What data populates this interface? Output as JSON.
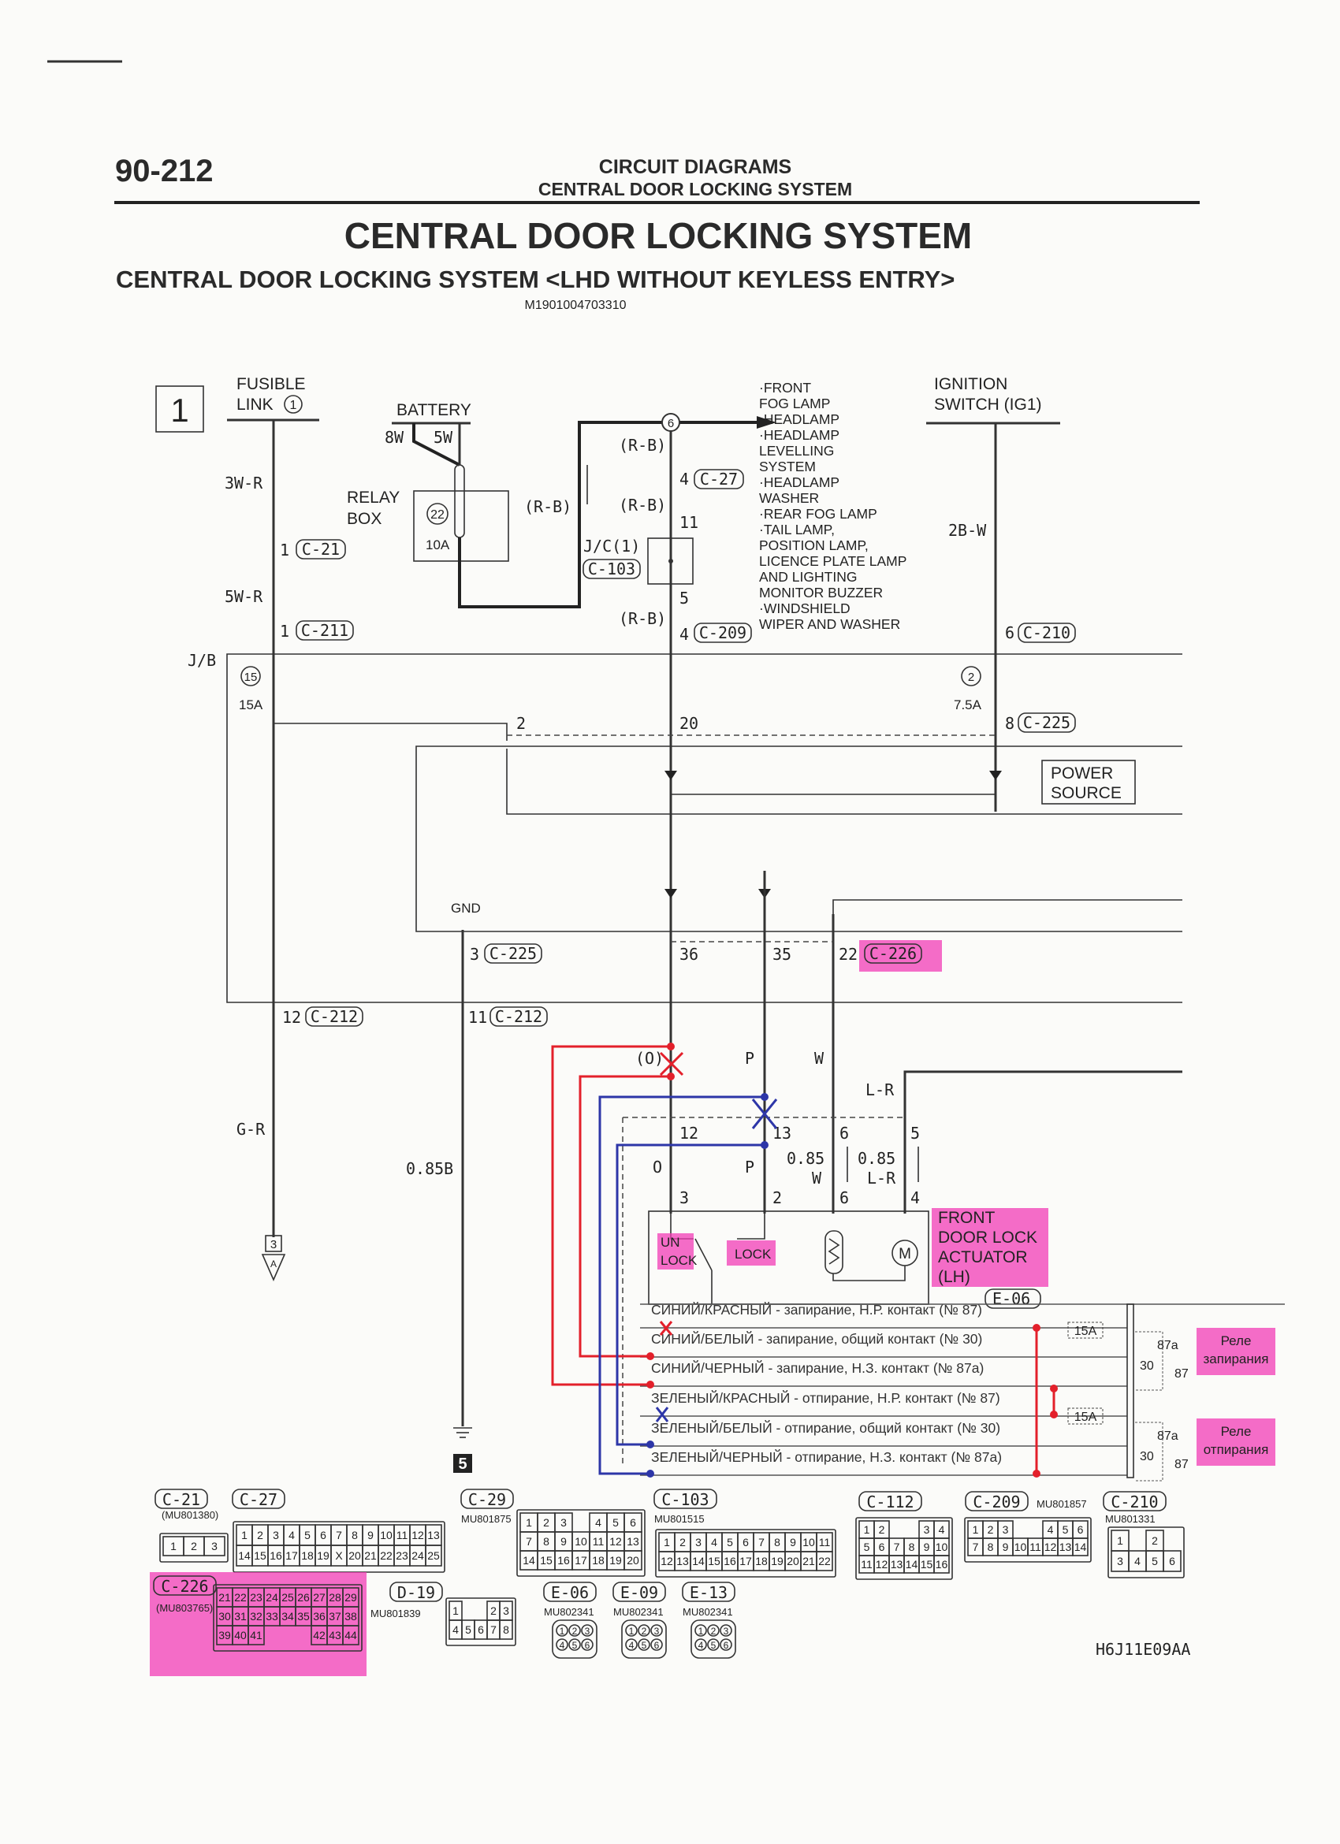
{
  "header": {
    "page_number": "90-212",
    "section": "CIRCUIT DIAGRAMS",
    "subsection": "CENTRAL DOOR LOCKING SYSTEM",
    "title": "CENTRAL DOOR LOCKING SYSTEM",
    "subtitle": "CENTRAL DOOR LOCKING SYSTEM <LHD WITHOUT KEYLESS ENTRY>",
    "doc_code": "M1901004703310"
  },
  "diagram": {
    "sheet_marker": "1",
    "fusible_link": [
      "FUSIBLE",
      "LINK"
    ],
    "fusible_link_no": "1",
    "battery": "BATTERY",
    "battery_wires": [
      "8W",
      "5W"
    ],
    "relay_box": [
      "RELAY",
      "BOX"
    ],
    "relay_fuse_no": "22",
    "relay_fuse_rating": "10A",
    "ignition": [
      "IGNITION",
      "SWITCH (IG1)"
    ],
    "wire_labels": {
      "w3wr": "3W-R",
      "w5wr": "5W-R",
      "rb": "(R-B)",
      "w2bw": "2B-W",
      "gr": "G-R",
      "b085": "0.85B",
      "o_paren": "(O)",
      "p": "P",
      "w": "W",
      "lr": "L-R",
      "o": "O",
      "w085": "0.85",
      "lr085": "0.85"
    },
    "splice_no": "6",
    "jc": "J/C(1)",
    "jb": "J/B",
    "jb_fuse1_no": "15",
    "jb_fuse1_rating": "15A",
    "jb_fuse2_no": "2",
    "jb_fuse2_rating": "7.5A",
    "gnd": "GND",
    "power_source": [
      "POWER",
      "SOURCE"
    ],
    "loads": [
      "·FRONT",
      "FOG LAMP",
      "·HEADLAMP",
      "·HEADLAMP",
      "LEVELLING",
      "SYSTEM",
      "·HEADLAMP",
      "WASHER",
      "·REAR FOG LAMP",
      "·TAIL LAMP,",
      "POSITION LAMP,",
      "LICENCE PLATE LAMP",
      "AND LIGHTING",
      "MONITOR BUZZER",
      "·WINDSHIELD",
      "WIPER AND WASHER"
    ],
    "pins": {
      "c21": "1",
      "c211": "1",
      "c27": "4",
      "jc_in": "11",
      "jc_out": "5",
      "c209": "4",
      "c210": "6",
      "c225_8": "8",
      "jb_2": "2",
      "jb_20": "20",
      "c225_3": "3",
      "p36": "36",
      "p35": "35",
      "p22": "22",
      "c212_12": "12",
      "c212_11": "11",
      "j12": "12",
      "j13": "13",
      "j6": "6",
      "j5": "5",
      "a3": "3",
      "a2": "2",
      "a6": "6",
      "a4": "4"
    },
    "connector_tags": {
      "c21": "C-21",
      "c211": "C-211",
      "c27": "C-27",
      "c103": "C-103",
      "c209": "C-209",
      "c210": "C-210",
      "c225a": "C-225",
      "c225b": "C-225",
      "c226": "C-226",
      "c212a": "C-212",
      "c212b": "C-212",
      "e06": "E-06"
    },
    "ground_ref": [
      "3",
      "A"
    ],
    "ground_page": "5",
    "actuator": [
      "FRONT",
      "DOOR LOCK",
      "ACTUATOR",
      "(LH)"
    ],
    "switch_labels": {
      "unlock": [
        "UN",
        "LOCK"
      ],
      "lock": "LOCK"
    },
    "motor": "M",
    "highlight_color": "#f23cb5",
    "annotation_red": "#e3202b",
    "annotation_blue": "#2d36a8"
  },
  "relay_table": {
    "rows": [
      "СИНИЙ/КРАСНЫЙ   - запирание, Н.Р. контакт (№ 87)",
      "СИНИЙ/БЕЛЫЙ    - запирание, общий контакт (№ 30)",
      "СИНИЙ/ЧЕРНЫЙ   - запирание, Н.З. контакт (№ 87а)",
      "ЗЕЛЕНЫЙ/КРАСНЫЙ - отпирание, Н.Р. контакт (№ 87)",
      "ЗЕЛЕНЫЙ/БЕЛЫЙ  - отпирание, общий контакт (№ 30)",
      "ЗЕЛЕНЫЙ/ЧЕРНЫЙ  - отпирание, Н.З. контакт (№ 87а)"
    ],
    "fuses": [
      "15A",
      "15A"
    ],
    "relays": [
      {
        "name": [
          "Реле",
          "запирания"
        ],
        "pins": [
          "87a",
          "30",
          "87"
        ]
      },
      {
        "name": [
          "Реле",
          "отпирания"
        ],
        "pins": [
          "87a",
          "30",
          "87"
        ]
      }
    ]
  },
  "connectors": [
    {
      "id": "C-21",
      "part": "(MU801380)",
      "rows": [
        [
          "1",
          "2",
          "3"
        ]
      ]
    },
    {
      "id": "C-27",
      "part": "",
      "rows": [
        [
          "1",
          "2",
          "3",
          "4",
          "5",
          "6",
          "7",
          "8",
          "9",
          "10",
          "11",
          "12",
          "13"
        ],
        [
          "14",
          "15",
          "16",
          "17",
          "18",
          "19",
          "X",
          "20",
          "21",
          "22",
          "23",
          "24",
          "25"
        ]
      ]
    },
    {
      "id": "C-29",
      "part": "MU801875",
      "rows": [
        [
          "1",
          "2",
          "3",
          "",
          "4",
          "5",
          "6"
        ],
        [
          "7",
          "8",
          "9",
          "10",
          "11",
          "12",
          "13"
        ],
        [
          "14",
          "15",
          "16",
          "17",
          "18",
          "19",
          "20"
        ]
      ]
    },
    {
      "id": "C-103",
      "part": "MU801515",
      "rows": [
        [
          "1",
          "2",
          "3",
          "4",
          "5",
          "6",
          "7",
          "8",
          "9",
          "10",
          "11"
        ],
        [
          "12",
          "13",
          "14",
          "15",
          "16",
          "17",
          "18",
          "19",
          "20",
          "21",
          "22"
        ]
      ]
    },
    {
      "id": "C-112",
      "part": "",
      "rows": [
        [
          "1",
          "2",
          "",
          "",
          "3",
          "4"
        ],
        [
          "5",
          "6",
          "7",
          "8",
          "9",
          "10"
        ],
        [
          "11",
          "12",
          "13",
          "14",
          "15",
          "16"
        ]
      ]
    },
    {
      "id": "C-209",
      "part": "MU801857",
      "rows": [
        [
          "1",
          "2",
          "3",
          "",
          "",
          "4",
          "5",
          "6"
        ],
        [
          "7",
          "8",
          "9",
          "10",
          "11",
          "12",
          "13",
          "14"
        ]
      ]
    },
    {
      "id": "C-210",
      "part": "MU801331",
      "rows": [
        [
          "1",
          "",
          "2",
          ""
        ],
        [
          "3",
          "4",
          "5",
          "6"
        ]
      ]
    },
    {
      "id": "C-226",
      "part": "(MU803765)",
      "highlight": true,
      "rows": [
        [
          "21",
          "22",
          "23",
          "24",
          "25",
          "26",
          "27",
          "28",
          "29"
        ],
        [
          "30",
          "31",
          "32",
          "33",
          "34",
          "35",
          "36",
          "37",
          "38"
        ],
        [
          "39",
          "40",
          "41",
          "",
          "",
          "",
          "42",
          "43",
          "44"
        ]
      ]
    },
    {
      "id": "D-19",
      "part": "MU801839",
      "rows": [
        [
          "1",
          "",
          "",
          "2",
          "3"
        ],
        [
          "4",
          "5",
          "6",
          "7",
          "8"
        ]
      ]
    },
    {
      "id": "E-06",
      "part": "MU802341",
      "round": true,
      "rows": [
        [
          "1",
          "2",
          "3"
        ],
        [
          "4",
          "5",
          "6"
        ]
      ]
    },
    {
      "id": "E-09",
      "part": "MU802341",
      "round": true,
      "rows": [
        [
          "1",
          "2",
          "3"
        ],
        [
          "4",
          "5",
          "6"
        ]
      ]
    },
    {
      "id": "E-13",
      "part": "MU802341",
      "round": true,
      "rows": [
        [
          "1",
          "2",
          "3"
        ],
        [
          "4",
          "5",
          "6"
        ]
      ]
    }
  ],
  "footer_code": "H6J11E09AA"
}
